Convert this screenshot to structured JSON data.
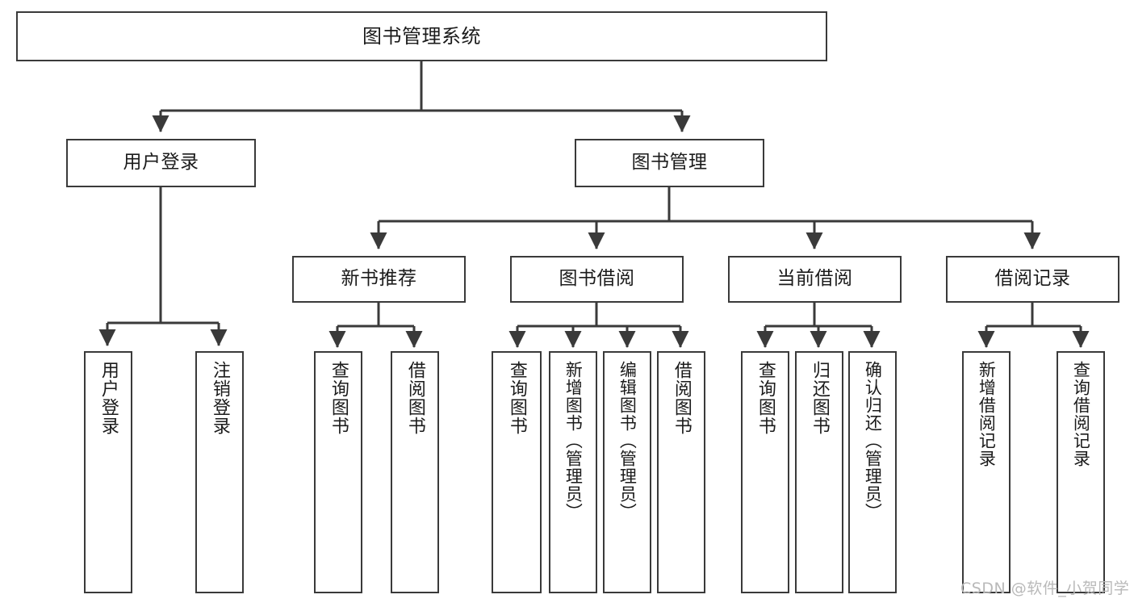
{
  "diagram": {
    "type": "tree",
    "title": "图书管理系统",
    "watermark": "CSDN @软件_小贺同学",
    "colors": {
      "stroke": "#3a3a3a",
      "fill": "#ffffff",
      "text": "#1b1b1b",
      "watermark": "#b9b9b9"
    },
    "nodes": {
      "root": {
        "label": "图书管理系统"
      },
      "level2": [
        {
          "id": "user-login",
          "label": "用户登录"
        },
        {
          "id": "book-manage",
          "label": "图书管理"
        }
      ],
      "level3": [
        {
          "id": "new-book-recommend",
          "label": "新书推荐"
        },
        {
          "id": "book-borrow",
          "label": "图书借阅"
        },
        {
          "id": "current-borrow",
          "label": "当前借阅"
        },
        {
          "id": "borrow-record",
          "label": "借阅记录"
        }
      ],
      "leaves": {
        "user-login": [
          {
            "id": "leaf-user-login",
            "label": "用户登录"
          },
          {
            "id": "leaf-logout-login",
            "label": "注销登录"
          }
        ],
        "new-book-recommend": [
          {
            "id": "leaf-query-book-1",
            "label": "查询图书"
          },
          {
            "id": "leaf-borrow-book-1",
            "label": "借阅图书"
          }
        ],
        "book-borrow": [
          {
            "id": "leaf-query-book-2",
            "label": "查询图书"
          },
          {
            "id": "leaf-add-book",
            "label": "新增图书（管理员）"
          },
          {
            "id": "leaf-edit-book",
            "label": "编辑图书（管理员）"
          },
          {
            "id": "leaf-borrow-book-2",
            "label": "借阅图书"
          }
        ],
        "current-borrow": [
          {
            "id": "leaf-query-book-3",
            "label": "查询图书"
          },
          {
            "id": "leaf-return-book",
            "label": "归还图书"
          },
          {
            "id": "leaf-confirm-return",
            "label": "确认归还（管理员）"
          }
        ],
        "borrow-record": [
          {
            "id": "leaf-add-record",
            "label": "新增借阅记录"
          },
          {
            "id": "leaf-query-record",
            "label": "查询借阅记录"
          }
        ]
      }
    }
  }
}
